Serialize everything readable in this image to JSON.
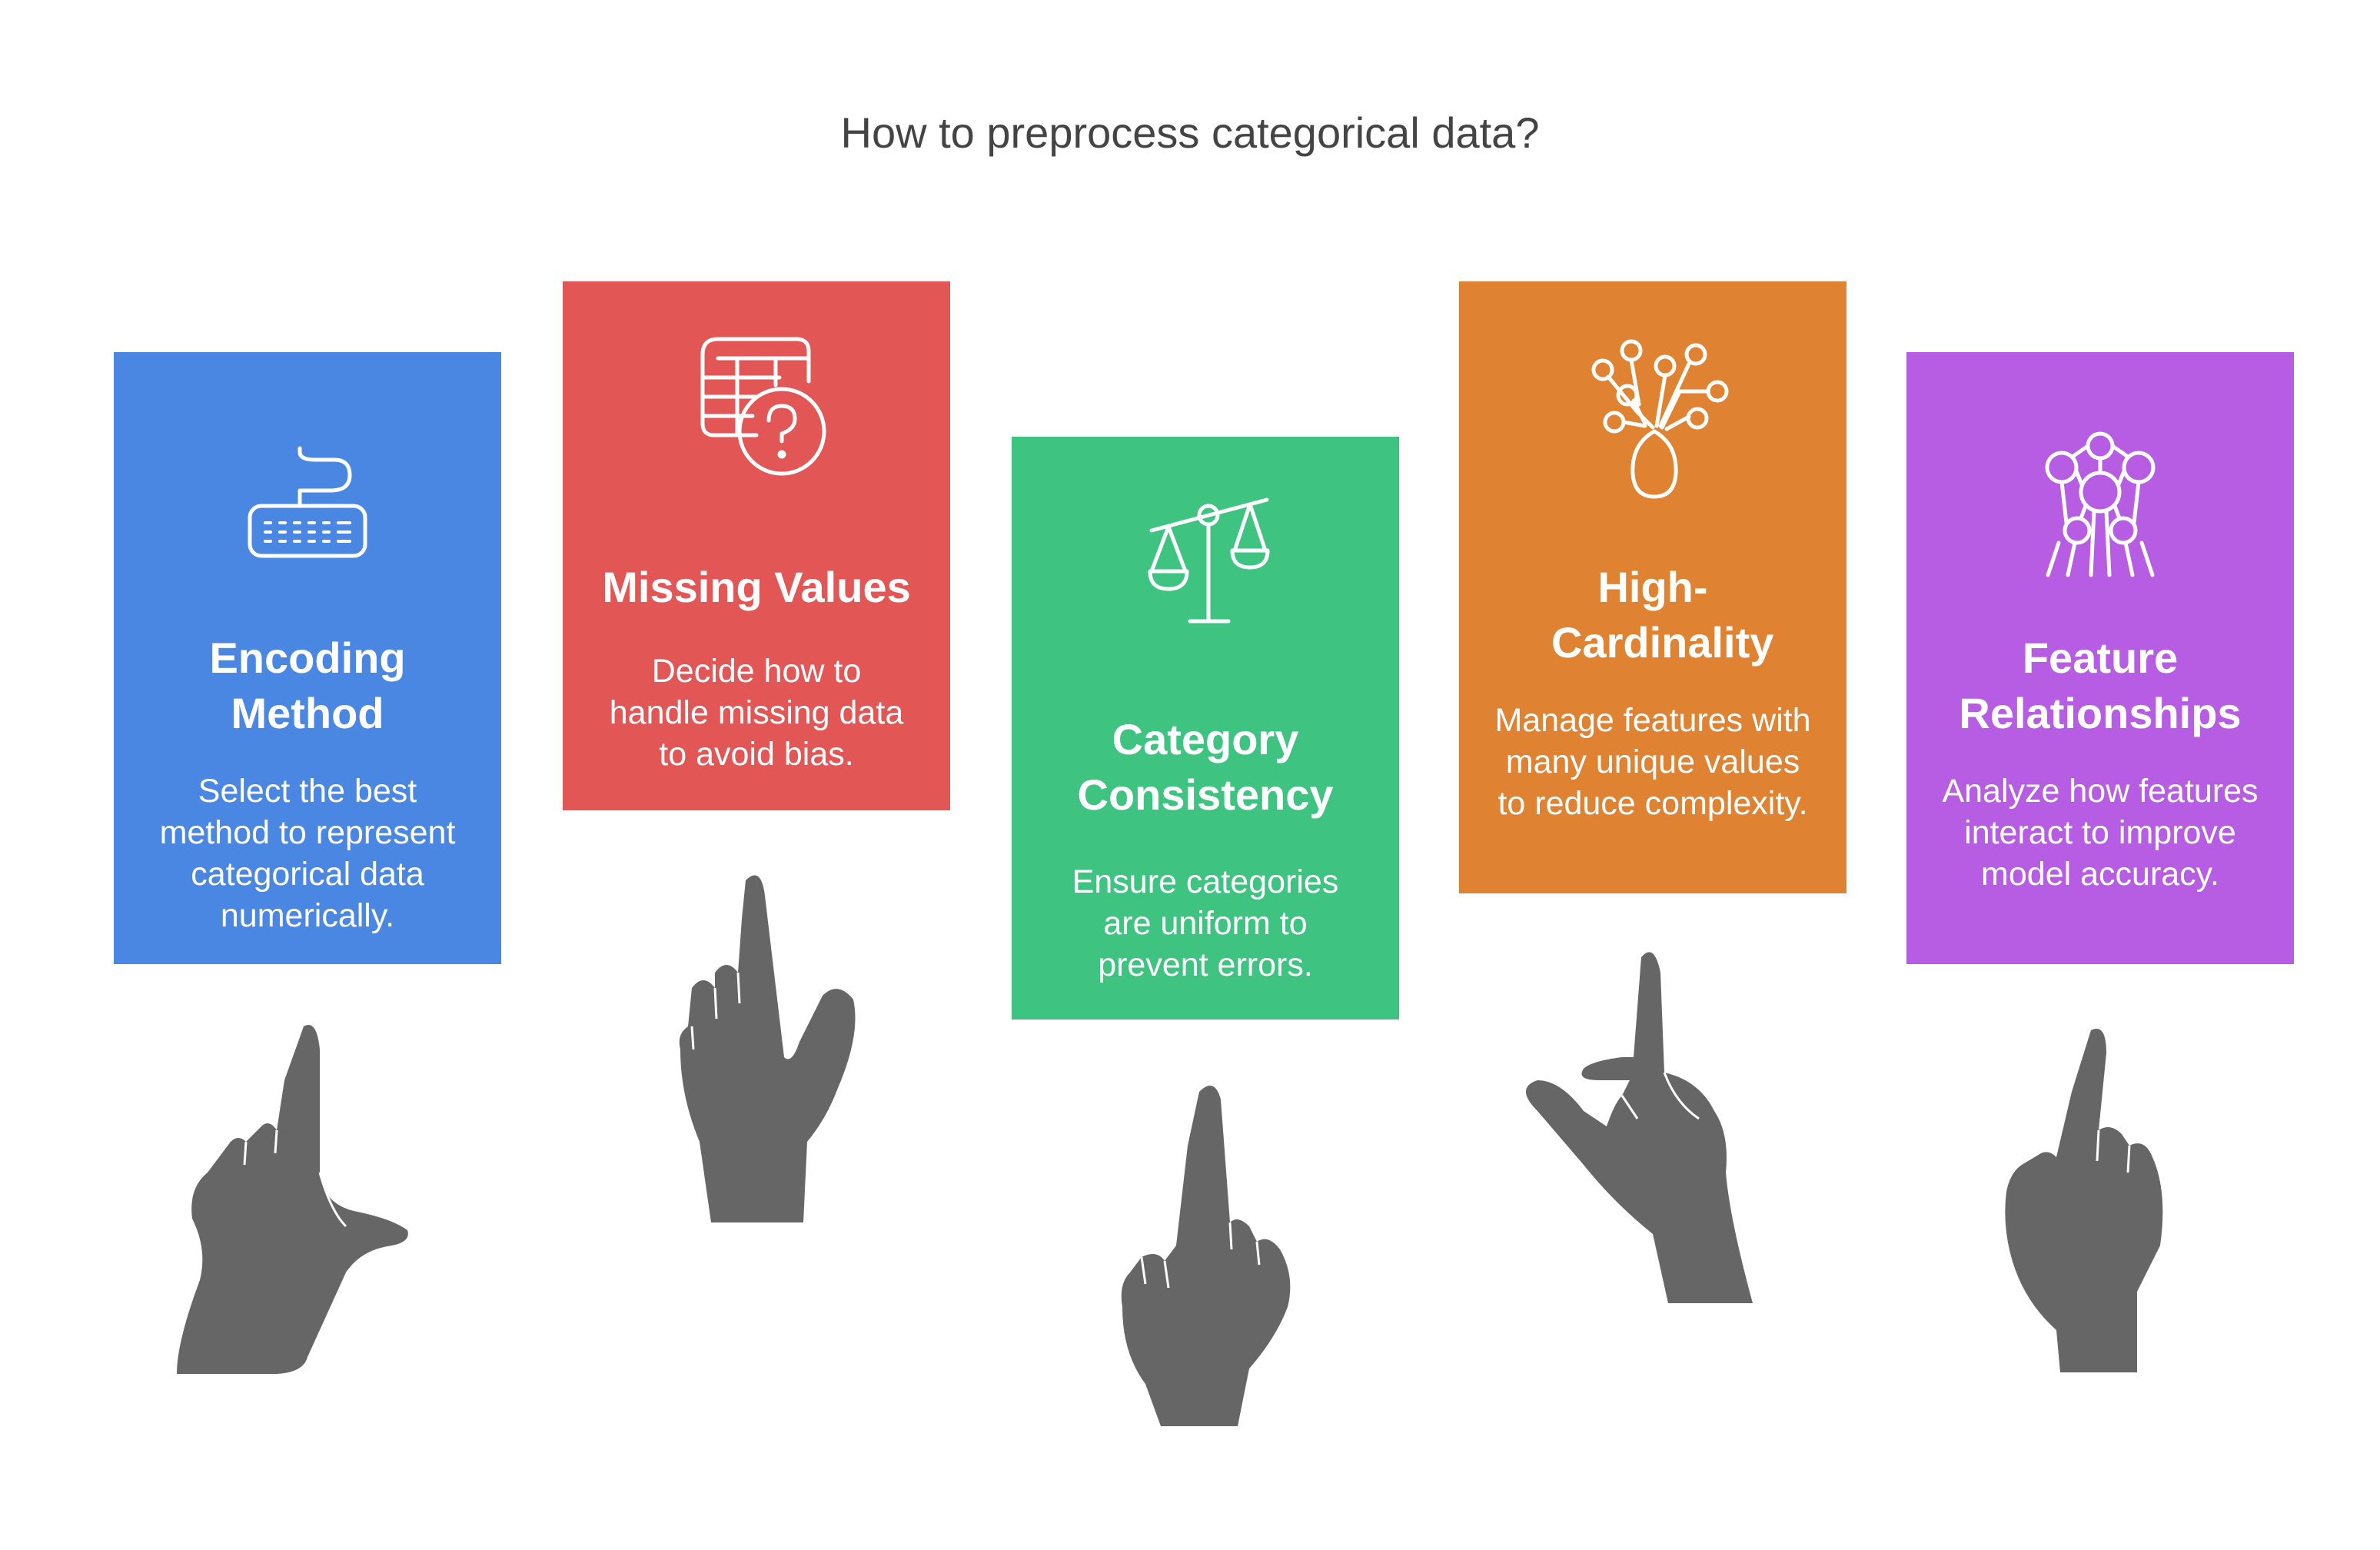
{
  "title": "How to preprocess categorical data?",
  "cards": [
    {
      "heading": "Encoding Method",
      "description": "Select the best method to represent categorical data numerically.",
      "color": "#4a87e3",
      "icon": "keyboard-icon"
    },
    {
      "heading": "Missing Values",
      "description": "Decide how to handle missing data to avoid bias.",
      "color": "#e25755",
      "icon": "table-question-icon"
    },
    {
      "heading": "Category Consistency",
      "description": "Ensure categories are uniform to prevent errors.",
      "color": "#3fc380",
      "icon": "balance-scale-icon"
    },
    {
      "heading": "High-Cardinality",
      "description": "Manage features with many unique values to reduce complexity.",
      "color": "#df8231",
      "icon": "branching-tree-icon"
    },
    {
      "heading": "Feature Relationships",
      "description": "Analyze how features interact to improve model accuracy.",
      "color": "#b65de3",
      "icon": "molecule-network-icon"
    }
  ],
  "hand_color": "#666666"
}
